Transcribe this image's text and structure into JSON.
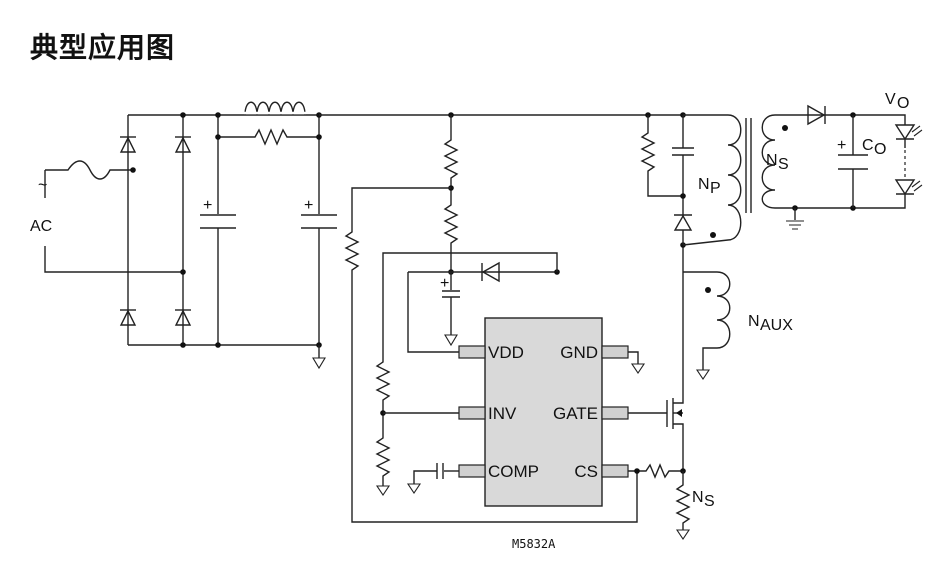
{
  "title": "典型应用图",
  "labels": {
    "ac": "AC",
    "ac_symbol": "~",
    "vo_main": "V",
    "vo_sub": "O",
    "co_main": "C",
    "co_sub": "O",
    "ns_main": "N",
    "ns_sub": "S",
    "np_main": "N",
    "np_sub": "P",
    "naux_main": "N",
    "naux_sub": "AUX",
    "ns2_main": "N",
    "ns2_sub": "S",
    "plus": "+"
  },
  "ic": {
    "part_number": "M5832A",
    "pins": {
      "vdd": "VDD",
      "gnd": "GND",
      "inv": "INV",
      "gate": "GATE",
      "comp": "COMP",
      "cs": "CS"
    }
  }
}
